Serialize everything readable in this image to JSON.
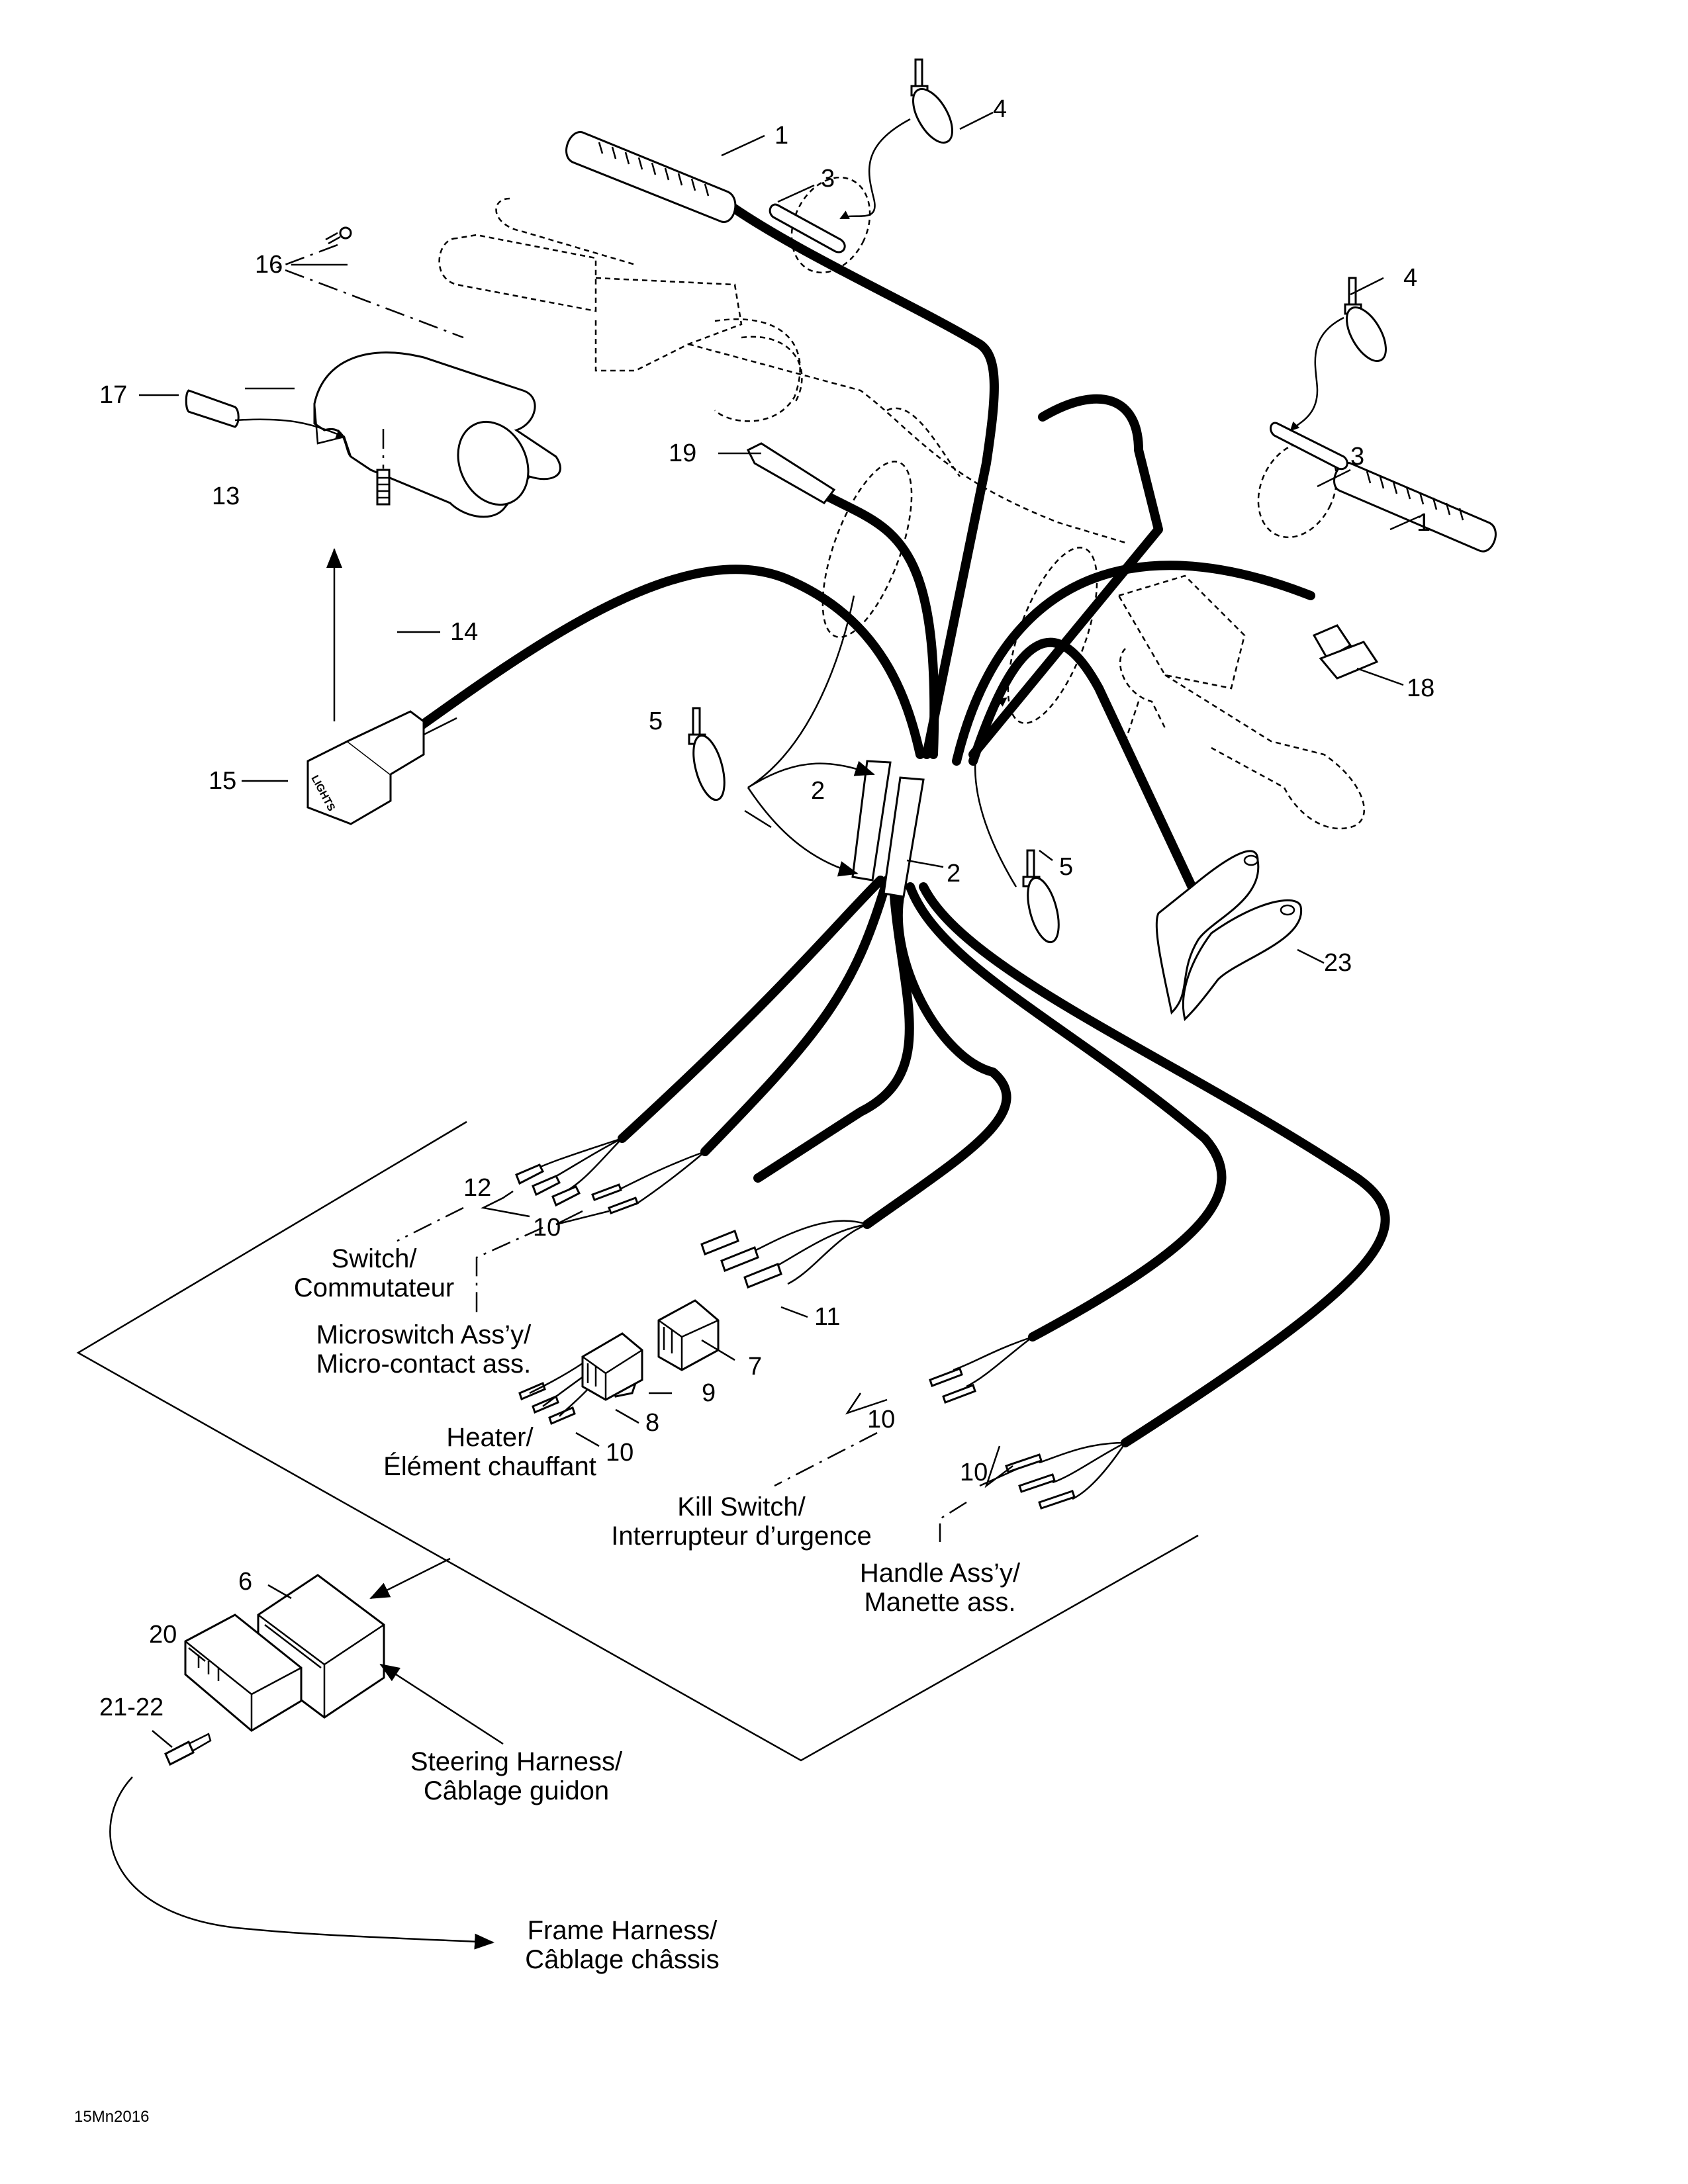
{
  "diagram": {
    "type": "exploded-parts-view",
    "subject": "Steering wiring harness",
    "drawing_code": "15Mn2016",
    "callouts": [
      {
        "id": "c1a",
        "number": "1",
        "part": "heated grip (left)"
      },
      {
        "id": "c1b",
        "number": "1",
        "part": "heated grip (right)"
      },
      {
        "id": "c2a",
        "number": "2",
        "part": "sleeve"
      },
      {
        "id": "c2b",
        "number": "2",
        "part": "sleeve"
      },
      {
        "id": "c3a",
        "number": "3",
        "part": "tube"
      },
      {
        "id": "c3b",
        "number": "3",
        "part": "tube"
      },
      {
        "id": "c4a",
        "number": "4",
        "part": "tie wrap"
      },
      {
        "id": "c4b",
        "number": "4",
        "part": "tie wrap"
      },
      {
        "id": "c5a",
        "number": "5",
        "part": "tie wrap"
      },
      {
        "id": "c5b",
        "number": "5",
        "part": "tie wrap"
      },
      {
        "id": "c6",
        "number": "6",
        "part": "connector housing"
      },
      {
        "id": "c7",
        "number": "7",
        "part": "connector housing"
      },
      {
        "id": "c8",
        "number": "8",
        "part": "connector housing"
      },
      {
        "id": "c9",
        "number": "9",
        "part": "terminal"
      },
      {
        "id": "c10a",
        "number": "10",
        "part": "terminals (microswitch)"
      },
      {
        "id": "c10b",
        "number": "10",
        "part": "terminals (heater)"
      },
      {
        "id": "c10c",
        "number": "10",
        "part": "terminals (kill switch)"
      },
      {
        "id": "c10d",
        "number": "10",
        "part": "terminals (handle)"
      },
      {
        "id": "c11",
        "number": "11",
        "part": "terminals"
      },
      {
        "id": "c12",
        "number": "12",
        "part": "terminals (switch)"
      },
      {
        "id": "c13",
        "number": "13",
        "part": "switch housing"
      },
      {
        "id": "c14",
        "number": "14",
        "part": "set screw"
      },
      {
        "id": "c15",
        "number": "15",
        "part": "lights switch"
      },
      {
        "id": "c16",
        "number": "16",
        "part": "screw"
      },
      {
        "id": "c17",
        "number": "17",
        "part": "decal"
      },
      {
        "id": "c18",
        "number": "18",
        "part": "switch"
      },
      {
        "id": "c19",
        "number": "19",
        "part": "sensor"
      },
      {
        "id": "c20",
        "number": "20",
        "part": "connector"
      },
      {
        "id": "c21",
        "number": "21-22",
        "part": "pin terminal"
      },
      {
        "id": "c23",
        "number": "23",
        "part": "throttle lever"
      }
    ],
    "switch_legend": "LIGHTS",
    "notes": [
      {
        "id": "switch",
        "en": "Switch/",
        "fr": "Commutateur"
      },
      {
        "id": "microswitch",
        "en": "Microswitch Ass’y/",
        "fr": "Micro-contact ass."
      },
      {
        "id": "heater",
        "en": "Heater/",
        "fr": "Élément chauffant"
      },
      {
        "id": "kill",
        "en": "Kill Switch/",
        "fr": "Interrupteur d’urgence"
      },
      {
        "id": "handle",
        "en": "Handle Ass’y/",
        "fr": "Manette ass."
      },
      {
        "id": "steering",
        "en": "Steering Harness/",
        "fr": "Câblage guidon"
      },
      {
        "id": "frame",
        "en": "Frame Harness/",
        "fr": "Câblage châssis"
      }
    ]
  }
}
